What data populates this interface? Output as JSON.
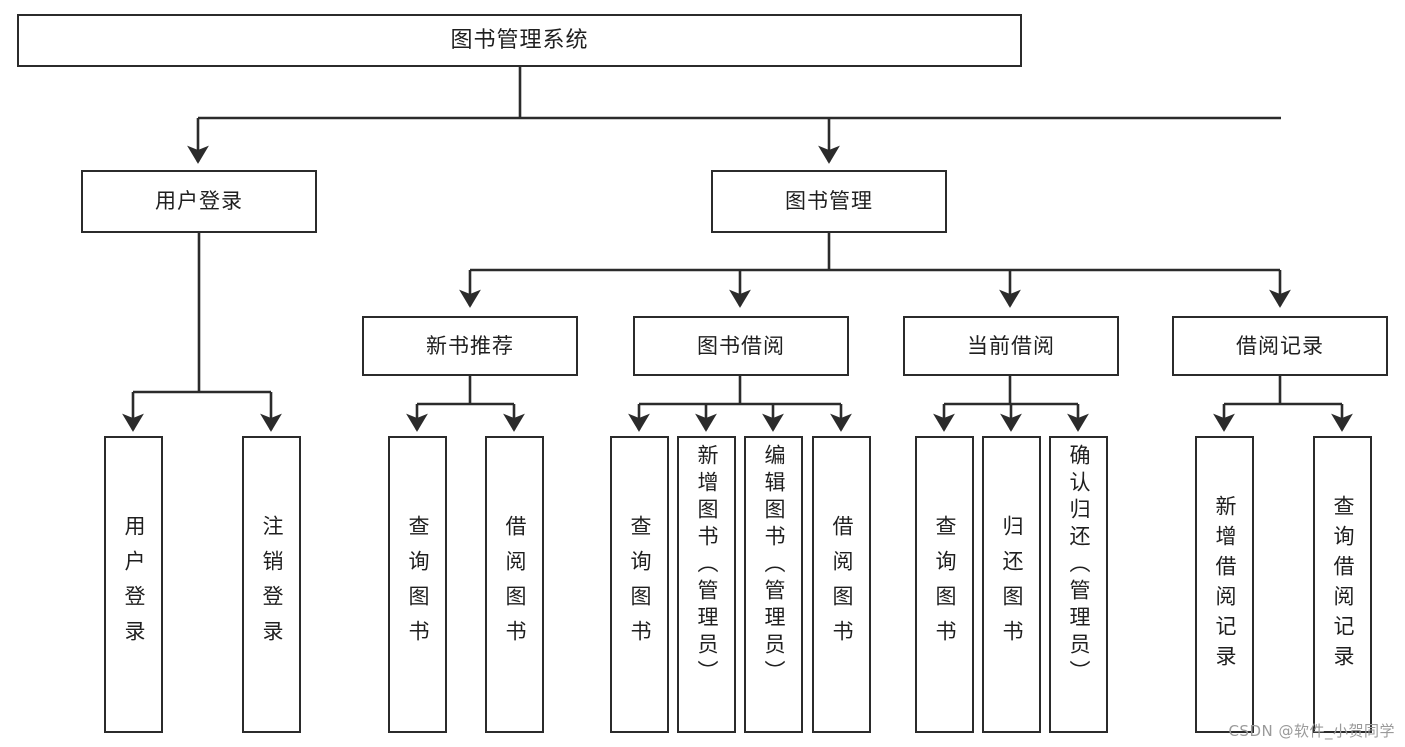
{
  "diagram": {
    "type": "tree",
    "title": "图书管理系统",
    "watermark": "CSDN @软件_小贺同学",
    "colors": {
      "stroke": "#2b2b2b",
      "fill": "#ffffff",
      "text": "#1f1f1f",
      "watermark": "#9a9a9a"
    },
    "levels": {
      "root": "图书管理系统",
      "level2": [
        "用户登录",
        "图书管理"
      ],
      "level3": [
        "新书推荐",
        "图书借阅",
        "当前借阅",
        "借阅记录"
      ]
    },
    "nodes": {
      "root": {
        "label": "图书管理系统"
      },
      "user_login": {
        "label": "用户登录"
      },
      "book_manage": {
        "label": "图书管理"
      },
      "new_book_rec": {
        "label": "新书推荐"
      },
      "book_borrow": {
        "label": "图书借阅"
      },
      "current_borrow": {
        "label": "当前借阅"
      },
      "borrow_record": {
        "label": "借阅记录"
      },
      "leaf_user_login": {
        "label": "用户登录"
      },
      "leaf_logout": {
        "label": "注销登录"
      },
      "leaf_query_book_1": {
        "label": "查询图书"
      },
      "leaf_borrow_book_1": {
        "label": "借阅图书"
      },
      "leaf_query_book_2": {
        "label": "查询图书"
      },
      "leaf_add_book": {
        "label": "新增图书（管理员）"
      },
      "leaf_edit_book": {
        "label": "编辑图书（管理员）"
      },
      "leaf_borrow_book_2": {
        "label": "借阅图书"
      },
      "leaf_query_book_3": {
        "label": "查询图书"
      },
      "leaf_return_book": {
        "label": "归还图书"
      },
      "leaf_confirm_return": {
        "label": "确认归还（管理员）"
      },
      "leaf_add_record": {
        "label": "新增借阅记录"
      },
      "leaf_query_record": {
        "label": "查询借阅记录"
      }
    },
    "edges": [
      {
        "from": "root",
        "to": "user_login"
      },
      {
        "from": "root",
        "to": "book_manage"
      },
      {
        "from": "user_login",
        "to": "leaf_user_login"
      },
      {
        "from": "user_login",
        "to": "leaf_logout"
      },
      {
        "from": "book_manage",
        "to": "new_book_rec"
      },
      {
        "from": "book_manage",
        "to": "book_borrow"
      },
      {
        "from": "book_manage",
        "to": "current_borrow"
      },
      {
        "from": "book_manage",
        "to": "borrow_record"
      },
      {
        "from": "new_book_rec",
        "to": "leaf_query_book_1"
      },
      {
        "from": "new_book_rec",
        "to": "leaf_borrow_book_1"
      },
      {
        "from": "book_borrow",
        "to": "leaf_query_book_2"
      },
      {
        "from": "book_borrow",
        "to": "leaf_add_book"
      },
      {
        "from": "book_borrow",
        "to": "leaf_edit_book"
      },
      {
        "from": "book_borrow",
        "to": "leaf_borrow_book_2"
      },
      {
        "from": "current_borrow",
        "to": "leaf_query_book_3"
      },
      {
        "from": "current_borrow",
        "to": "leaf_return_book"
      },
      {
        "from": "current_borrow",
        "to": "leaf_confirm_return"
      },
      {
        "from": "borrow_record",
        "to": "leaf_add_record"
      },
      {
        "from": "borrow_record",
        "to": "leaf_query_record"
      }
    ]
  }
}
